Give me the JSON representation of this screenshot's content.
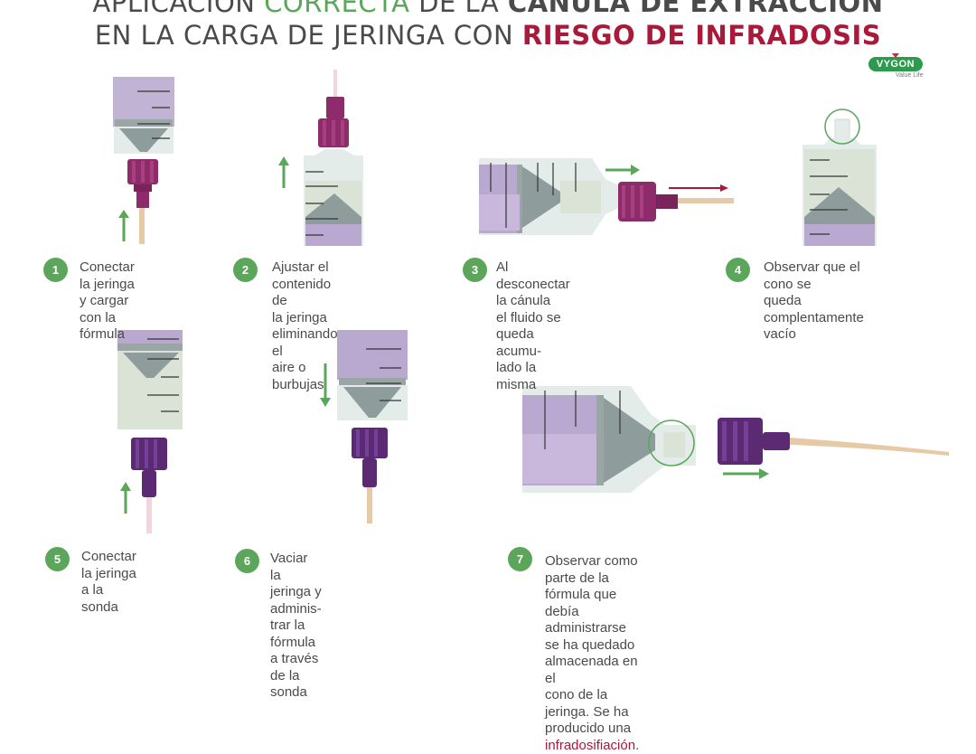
{
  "title": {
    "line1": {
      "a": "APLICACIÓN ",
      "b": "CORRECTA",
      "c": " DE LA ",
      "d": "CÁNULA DE EXTRACCIÓN"
    },
    "line2": {
      "a": "EN LA CARGA DE JERINGA CON ",
      "b": "RIESGO DE INFRADOSIS"
    }
  },
  "logo": {
    "brand": "VYGON",
    "tagline": "Value Life"
  },
  "colors": {
    "green": "#5ba65a",
    "red": "#a8193a",
    "magenta": "#8e2b6b",
    "purple": "#5c2a73",
    "text": "#4a4a4a"
  },
  "steps": [
    {
      "num": "1",
      "lines": [
        "Conectar la jeringa",
        "y cargar con la",
        "fórmula"
      ]
    },
    {
      "num": "2",
      "lines": [
        "Ajustar el contenido de",
        "la jeringa eliminando el",
        "aire o burbujas"
      ]
    },
    {
      "num": "3",
      "lines": [
        "Al desconectar la cánula",
        "el fluido se queda acumu-",
        "lado la misma"
      ]
    },
    {
      "num": "4",
      "lines": [
        "Observar que el cono se",
        "queda complentamente",
        "vacío"
      ]
    },
    {
      "num": "5",
      "lines": [
        "Conectar la jeringa",
        "a la sonda"
      ]
    },
    {
      "num": "6",
      "lines": [
        "Vaciar la jeringa y adminis-",
        "trar la fórmula a través de la",
        "sonda"
      ]
    },
    {
      "num": "7",
      "lines": [
        "Observar como parte de la fórmula que debía",
        "administrarse se ha quedado almacenada en el",
        "cono de la jeringa. Se ha producido una "
      ],
      "highlight": "infradosifiación",
      "end": "."
    }
  ]
}
